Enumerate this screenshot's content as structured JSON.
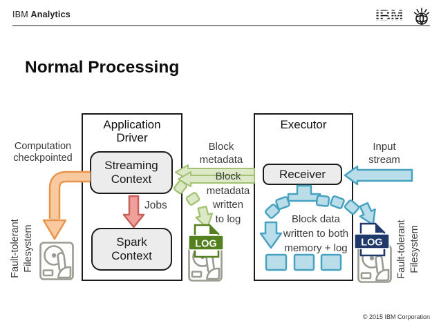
{
  "header": {
    "brand": {
      "prefix": "IBM",
      "suffix": "Analytics"
    },
    "logo_text": "IBM"
  },
  "slide": {
    "title": "Normal Processing",
    "footer": "© 2015 IBM Corporation"
  },
  "diagram": {
    "boxes": {
      "application_driver": {
        "title": "Application\nDriver",
        "streaming_context": "Streaming\nContext",
        "spark_context": "Spark\nContext"
      },
      "executor": {
        "title": "Executor",
        "receiver": "Receiver"
      }
    },
    "labels": {
      "computation_checkpointed": "Computation\ncheckpointed",
      "block_metadata": "Block\nmetadata",
      "jobs": "Jobs",
      "block_metadata_written": "Block\nmetadata\nwritten\nto log",
      "input_stream": "Input\nstream",
      "block_data_written": "Block data\nwritten to both\nmemory + log",
      "fault_tolerant_left": "Fault-tolerant\nFilesystem",
      "fault_tolerant_right": "Fault-tolerant\nFilesystem",
      "log_badge_green": "LOG",
      "log_badge_blue": "LOG"
    },
    "colors": {
      "orange_fill": "#F9C9A0",
      "orange_stroke": "#E9944C",
      "red_fill": "#EFA09B",
      "red_stroke": "#C75F5B",
      "green_fill": "#DCE8C6",
      "green_stroke": "#A2C273",
      "blue_fill": "#B9DDE9",
      "blue_stroke": "#47A1C1",
      "log_green": "#55801F",
      "log_blue": "#20396B",
      "disk_stroke": "#9B9B93",
      "box_fill": "#ECECEC"
    }
  }
}
